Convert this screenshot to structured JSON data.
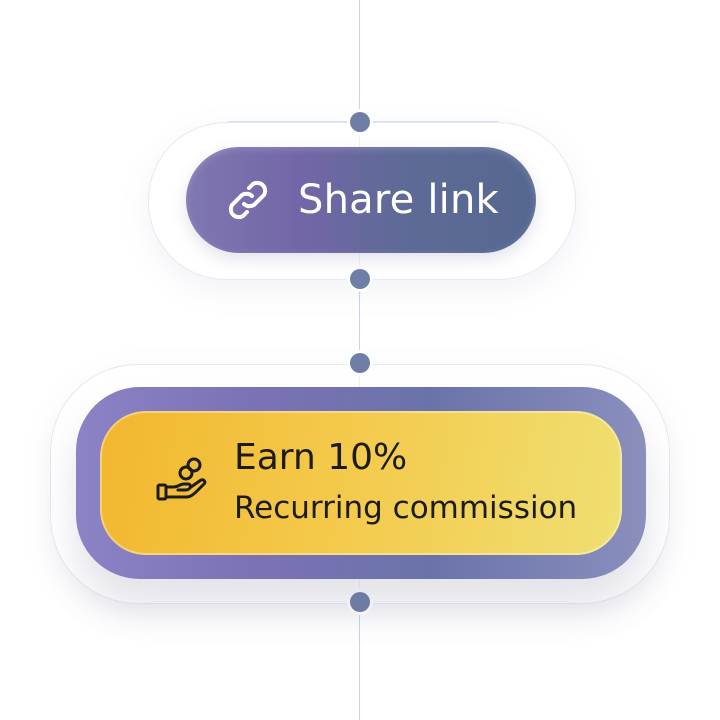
{
  "share": {
    "label": "Share link",
    "icon": "link-icon"
  },
  "earn": {
    "title": "Earn 10%",
    "subtitle": "Recurring commission",
    "icon": "hand-coins-icon"
  },
  "colors": {
    "share_gradient_start": "#7f78b0",
    "share_gradient_end": "#556891",
    "frame_purple": "#7c72b6",
    "earn_gold": "#f1b72e",
    "earn_yellow": "#efdf72",
    "connector": "#6f7ea6",
    "line": "#c9d4e6"
  }
}
